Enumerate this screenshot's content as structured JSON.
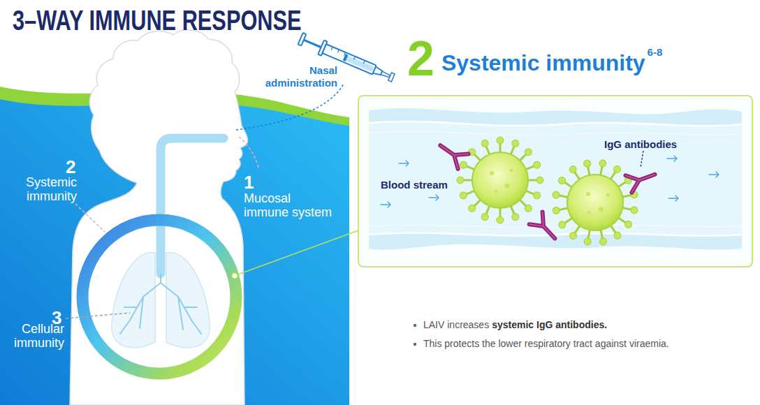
{
  "diagram": {
    "title": "3–WAY IMMUNE RESPONSE",
    "nodes": [
      {
        "text": [
          "2",
          "Systemic immunity",
          "6-8",
          "IgG antibodies",
          "Blood stream"
        ]
      }
    ],
    "labels": [
      "Nasal administration",
      "2",
      "Systemic immunity",
      "1",
      "Mucosal immune system",
      "3",
      "Cellular immunity",
      "LAIV increases",
      "systemic IgG antibodies.",
      "This protects the lower respiratory tract against viraemia."
    ]
  }
}
